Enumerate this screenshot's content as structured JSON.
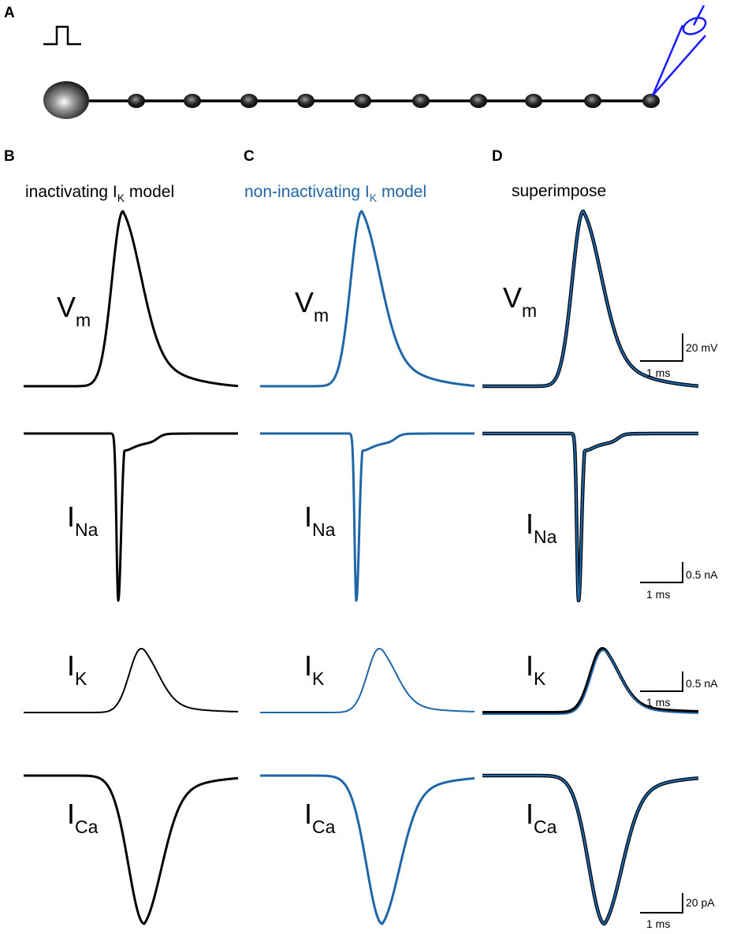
{
  "panels": {
    "A": "A",
    "B": "B",
    "C": "C",
    "D": "D"
  },
  "headings": {
    "B": {
      "main": "inactivating I",
      "sub": "K",
      "tail": " model",
      "color": "#000000"
    },
    "C": {
      "main": "non-inactivating I",
      "sub": "K",
      "tail": " model",
      "color": "#1f66a8"
    },
    "D": {
      "main": "superimpose",
      "color": "#000000"
    }
  },
  "trace_labels": {
    "vm": {
      "main": "V",
      "sub": "m"
    },
    "ina": {
      "main": "I",
      "sub": "Na"
    },
    "ik": {
      "main": "I",
      "sub": "K"
    },
    "ica": {
      "main": "I",
      "sub": "Ca"
    }
  },
  "scale_bars": {
    "vm": {
      "amplitude": "20 mV",
      "time": "1 ms"
    },
    "ina": {
      "amplitude": "0.5 nA",
      "time": "1 ms"
    },
    "ik": {
      "amplitude": "0.5 nA",
      "time": "1 ms"
    },
    "ica": {
      "amplitude": "20 pA",
      "time": "1 ms"
    }
  },
  "colors": {
    "inactivating": "#000000",
    "non_inactivating": "#1f66a8",
    "electrode": "#1a1aff"
  },
  "neuron": {
    "compartments": 9,
    "icons": [
      "soma-icon",
      "stimulus-pulse-icon",
      "electrode-icon"
    ]
  }
}
